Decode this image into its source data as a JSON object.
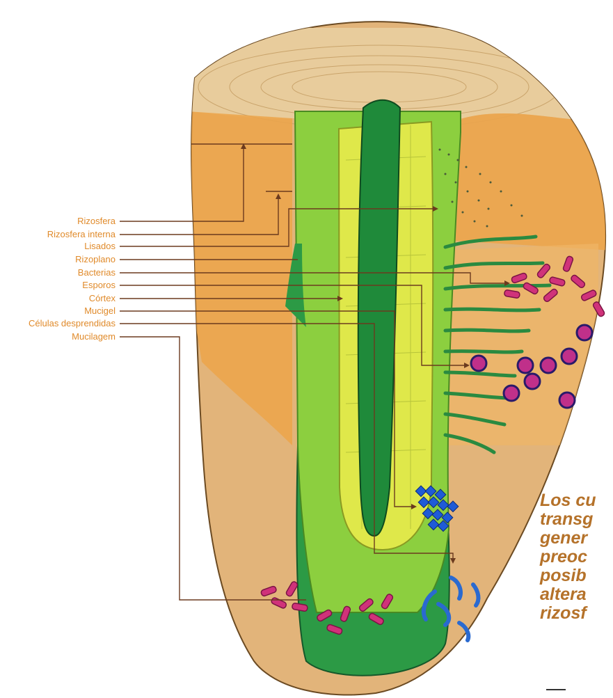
{
  "labels": [
    "Rizosfera",
    "Rizosfera interna",
    "Lisados",
    "Rizoplano",
    "Bacterias",
    "Esporos",
    "Córtex",
    "Mucigel",
    "Células desprendidas",
    "Mucilagem"
  ],
  "quote_lines": [
    "Los cu",
    "transg",
    "gener",
    "preoc",
    "posib",
    "altera",
    "rizosf"
  ],
  "colors": {
    "label": "#e08a2a",
    "quote": "#b5722a",
    "leader": "#6b3a1e",
    "bacteria": "#d0327a",
    "spore": "#3a2a8a",
    "crystal": "#1f5bd6",
    "root_dark": "#1f8a3a",
    "root_light": "#8ccf3f"
  }
}
